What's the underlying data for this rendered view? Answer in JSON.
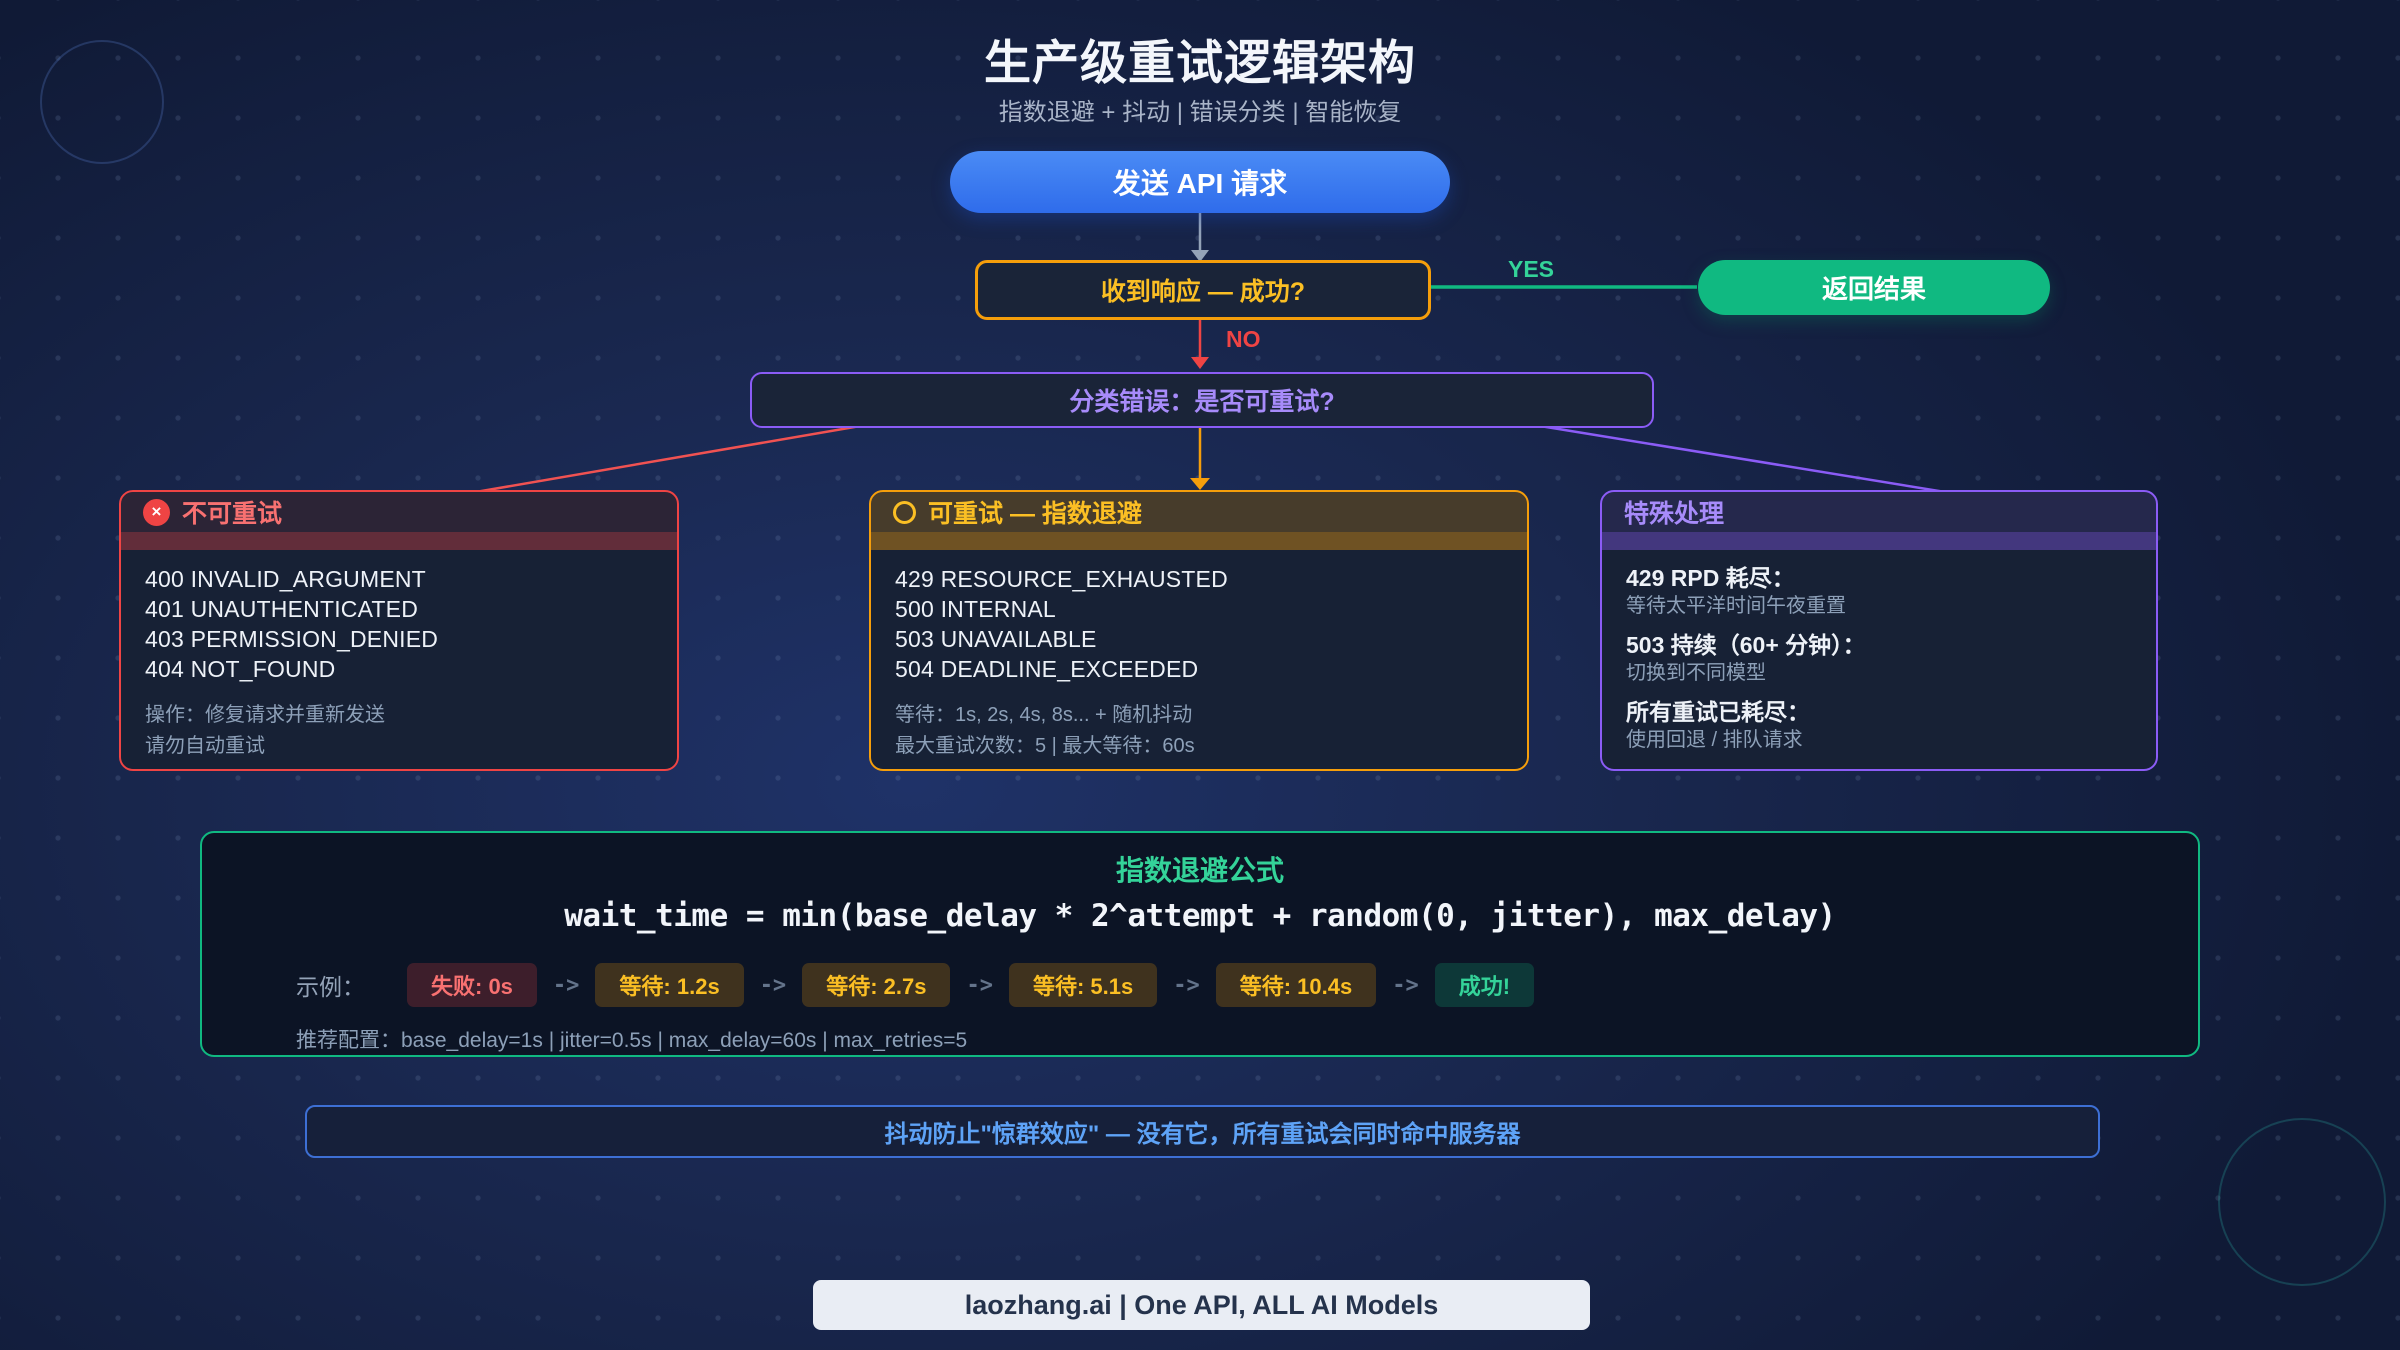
{
  "title": "生产级重试逻辑架构",
  "subtitle": "指数退避 + 抖动 | 错误分类 | 智能恢复",
  "flow": {
    "send_button": "发送 API 请求",
    "response_question": "收到响应 — 成功?",
    "yes_label": "YES",
    "no_label": "NO",
    "return_button": "返回结果",
    "classify_question": "分类错误：是否可重试?"
  },
  "cards": {
    "non_retryable": {
      "title": "不可重试",
      "codes": [
        "400 INVALID_ARGUMENT",
        "401 UNAUTHENTICATED",
        "403 PERMISSION_DENIED",
        "404 NOT_FOUND"
      ],
      "notes": [
        "操作：修复请求并重新发送",
        "请勿自动重试"
      ],
      "accent": "#ef4444"
    },
    "retryable": {
      "title": "可重试 — 指数退避",
      "codes": [
        "429 RESOURCE_EXHAUSTED",
        "500 INTERNAL",
        "503 UNAVAILABLE",
        "504 DEADLINE_EXCEEDED"
      ],
      "notes": [
        "等待：1s, 2s, 4s, 8s... + 随机抖动",
        "最大重试次数：5 | 最大等待：60s"
      ],
      "accent": "#f59e0b"
    },
    "special": {
      "title": "特殊处理",
      "items": [
        {
          "head": "429 RPD 耗尽：",
          "sub": "等待太平洋时间午夜重置"
        },
        {
          "head": "503 持续（60+ 分钟）：",
          "sub": "切换到不同模型"
        },
        {
          "head": "所有重试已耗尽：",
          "sub": "使用回退 / 排队请求"
        }
      ],
      "accent": "#8b5cf6"
    }
  },
  "formula": {
    "title": "指数退避公式",
    "expression": "wait_time = min(base_delay * 2^attempt + random(0, jitter), max_delay)",
    "example_label": "示例：",
    "arrow": "->",
    "steps": [
      {
        "label": "失败: 0s",
        "type": "fail"
      },
      {
        "label": "等待: 1.2s",
        "type": "wait"
      },
      {
        "label": "等待: 2.7s",
        "type": "wait"
      },
      {
        "label": "等待: 5.1s",
        "type": "wait"
      },
      {
        "label": "等待: 10.4s",
        "type": "wait"
      },
      {
        "label": "成功!",
        "type": "success"
      }
    ],
    "config": "推荐配置：base_delay=1s | jitter=0.5s | max_delay=60s | max_retries=5"
  },
  "note": "抖动防止\"惊群效应\" — 没有它，所有重试会同时命中服务器",
  "footer": "laozhang.ai | One API, ALL AI Models",
  "icons": {
    "error_x": "×"
  },
  "colors": {
    "blue": "#3b82f6",
    "green": "#10b981",
    "green_text": "#34d399",
    "amber": "#f59e0b",
    "amber_text": "#fbbf24",
    "red": "#ef4444",
    "red_text": "#f87171",
    "purple": "#8b5cf6",
    "purple_text": "#a78bfa",
    "note_blue": "#5ea3f7",
    "gray_arrow": "#94a3b8"
  }
}
